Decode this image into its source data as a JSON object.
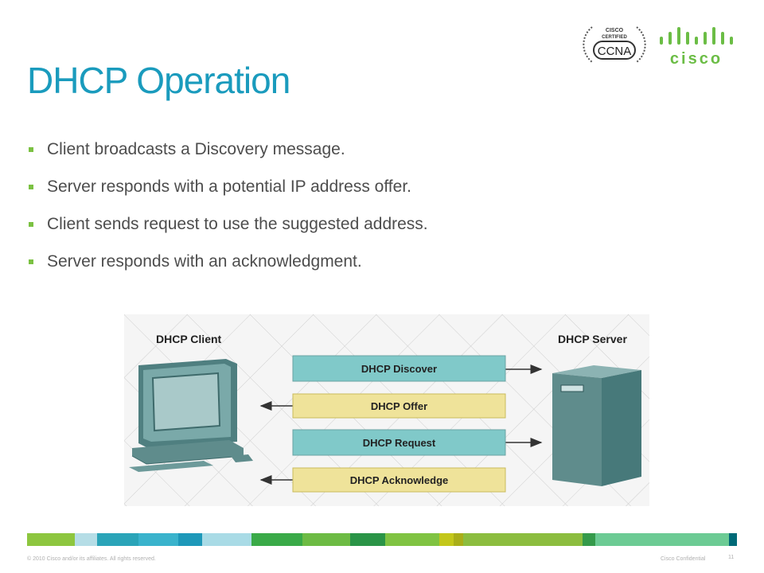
{
  "slide": {
    "title": "DHCP Operation",
    "bullets": [
      "Client broadcasts a Discovery message.",
      "Server responds with a potential IP address offer.",
      "Client sends request to use the suggested address.",
      "Server responds with an acknowledgment."
    ]
  },
  "logos": {
    "ccna_top": "CISCO",
    "ccna_mid": "CERTIFIED",
    "ccna_main": "CCNA",
    "cisco_word": "cisco"
  },
  "diagram": {
    "client_label": "DHCP Client",
    "server_label": "DHCP Server",
    "messages": [
      {
        "label": "DHCP Discover",
        "direction": "to-server",
        "color": "#80c9c9"
      },
      {
        "label": "DHCP Offer",
        "direction": "to-client",
        "color": "#efe39a"
      },
      {
        "label": "DHCP Request",
        "direction": "to-server",
        "color": "#80c9c9"
      },
      {
        "label": "DHCP Acknowledge",
        "direction": "to-client",
        "color": "#efe39a"
      }
    ]
  },
  "footer": {
    "copyright": "© 2010 Cisco and/or its affiliates. All rights reserved.",
    "confidential": "Cisco Confidential",
    "page": "11"
  },
  "colors": {
    "title": "#1a9bbd",
    "bullet": "#7bc142",
    "device": "#5f8c8c",
    "accent_bar": [
      "#8dc63f",
      "#b5dde6",
      "#2aa4b8",
      "#3ab3cc",
      "#1e98b9",
      "#a9dbe6",
      "#3aaa48",
      "#6dbb44",
      "#2a9447",
      "#80c342",
      "#c3c71a",
      "#a9ae19",
      "#8cbd3f",
      "#359a4b",
      "#6ccb94",
      "#006a78"
    ]
  }
}
